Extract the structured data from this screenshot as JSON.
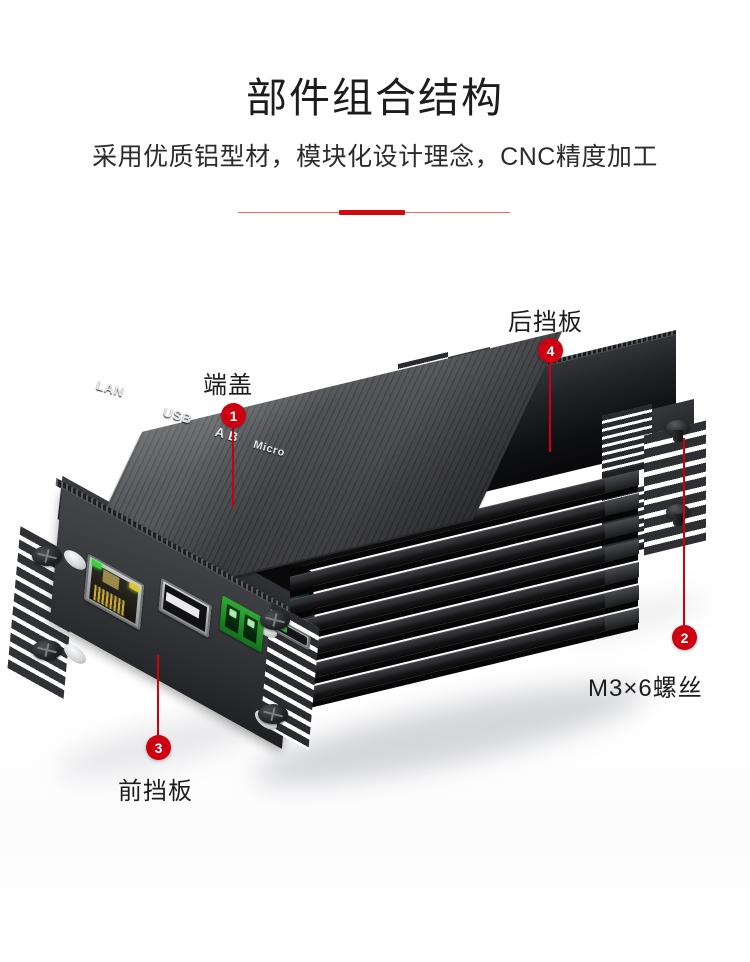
{
  "header": {
    "title": "部件组合结构",
    "subtitle": "采用优质铝型材，模块化设计理念，CNC精度加工"
  },
  "accent": {
    "red": "#cc0011",
    "divider_light": "#ef6a6a",
    "divider_dark": "#cf0a0a",
    "title_color": "#1c1c1c"
  },
  "callouts": [
    {
      "number": "1",
      "label": "端盖"
    },
    {
      "number": "2",
      "label": "M3×6螺丝"
    },
    {
      "number": "3",
      "label": "前挡板"
    },
    {
      "number": "4",
      "label": "后挡板"
    }
  ],
  "front_panel_ports": [
    {
      "name": "lan-port",
      "label": "LAN"
    },
    {
      "name": "usb-port",
      "label": "USB"
    },
    {
      "name": "terminal-block",
      "label": "A B"
    },
    {
      "name": "micro-usb-port",
      "label": "Micro"
    }
  ]
}
